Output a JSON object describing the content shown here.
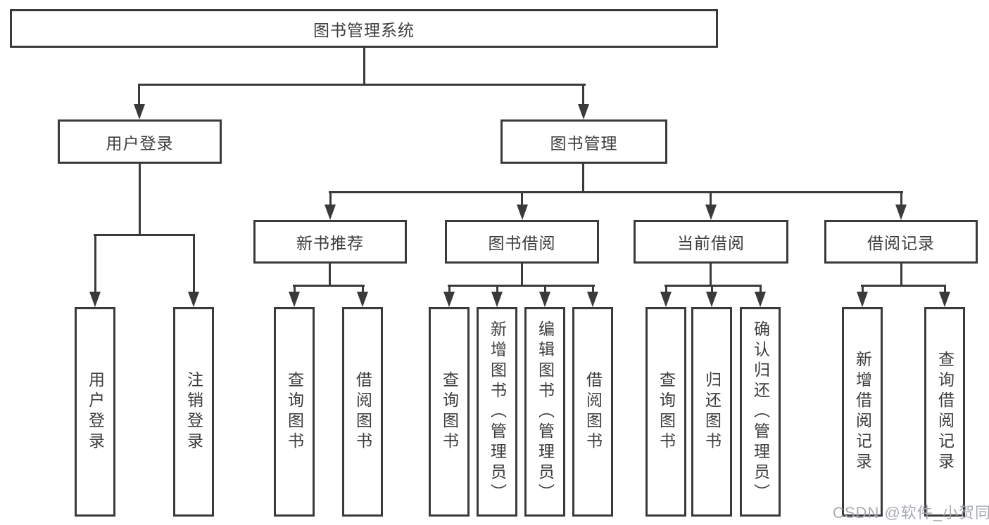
{
  "tree": {
    "root": "图书管理系统",
    "branches": [
      {
        "label": "用户登录",
        "leaves": [
          "用户登录",
          "注销登录"
        ]
      },
      {
        "label": "图书管理",
        "groups": [
          {
            "label": "新书推荐",
            "leaves": [
              "查询图书",
              "借阅图书"
            ]
          },
          {
            "label": "图书借阅",
            "leaves": [
              "查询图书",
              "新增图书（管理员）",
              "编辑图书（管理员）",
              "借阅图书"
            ]
          },
          {
            "label": "当前借阅",
            "leaves": [
              "查询图书",
              "归还图书",
              "确认归还（管理员）"
            ]
          },
          {
            "label": "借阅记录",
            "leaves": [
              "新增借阅记录",
              "查询借阅记录"
            ]
          }
        ]
      }
    ]
  },
  "watermark": {
    "text": "CSDN @软件_小贺同学"
  },
  "colors": {
    "line": "#3a3a3a",
    "box_border": "#3a3a3a",
    "text": "#3d3d3d",
    "background": "#ffffff",
    "watermark": "#a3a8ad"
  }
}
